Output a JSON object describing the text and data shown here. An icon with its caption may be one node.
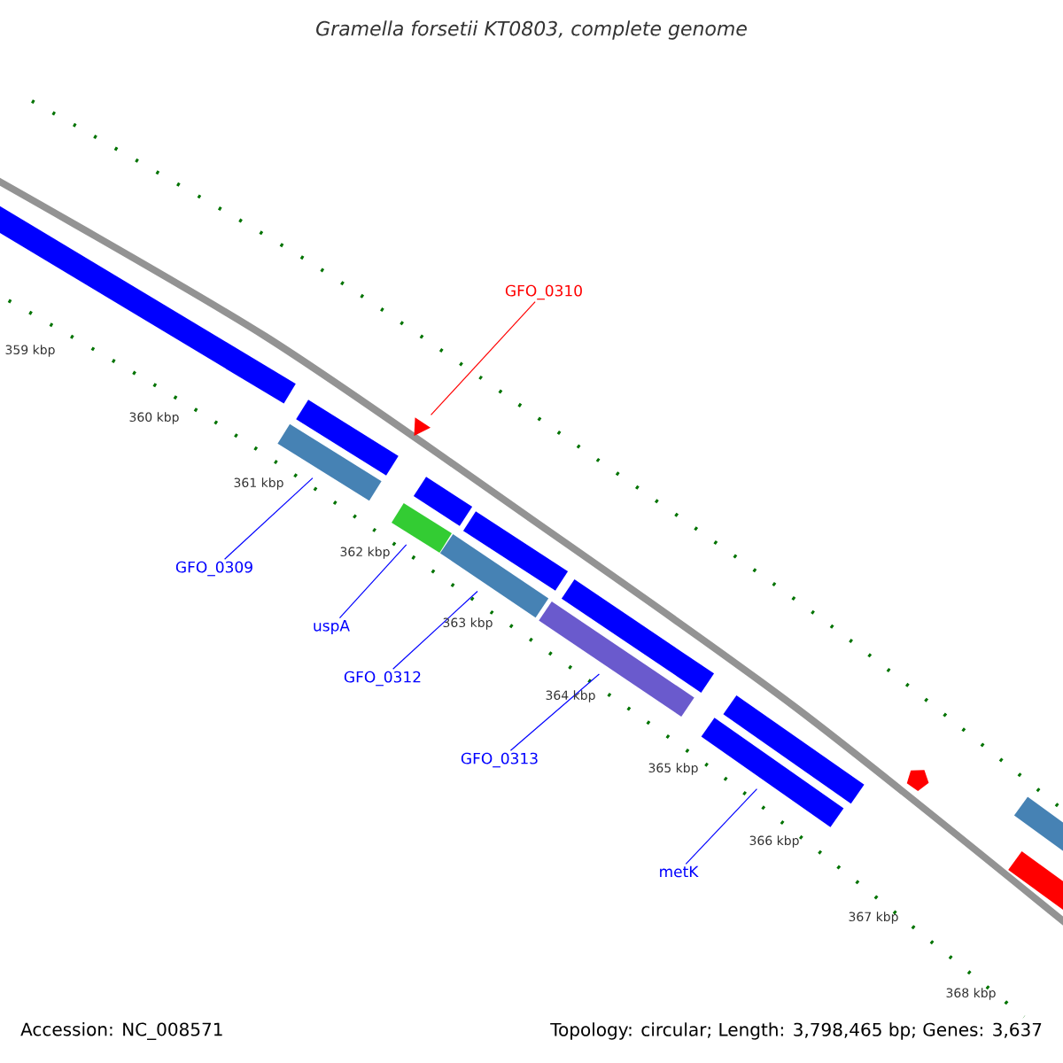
{
  "diagram": {
    "title": "Gramella forsetii KT0803, complete genome",
    "nodes": [
      {
        "text": [
          "GFO_0310"
        ]
      },
      {
        "text": [],
        "shape": "triangle"
      },
      {
        "text": [
          "GFO_0309"
        ]
      },
      {
        "text": [],
        "shape": "bar"
      },
      {
        "text": [
          "uspA"
        ]
      },
      {
        "text": [],
        "shape": "bar"
      },
      {
        "text": [
          "GFO_0312"
        ]
      },
      {
        "text": [],
        "shape": "bar"
      },
      {
        "text": [
          "GFO_0313"
        ]
      },
      {
        "text": [],
        "shape": "bar"
      },
      {
        "text": [
          "metK"
        ]
      },
      {
        "text": [],
        "shape": "bar"
      },
      {
        "text": [],
        "shape": "bar"
      },
      {
        "text": [],
        "shape": "bar"
      },
      {
        "text": [],
        "shape": "bar"
      },
      {
        "text": [],
        "shape": "bar"
      },
      {
        "text": [],
        "shape": "bar"
      },
      {
        "text": [],
        "shape": "bar"
      },
      {
        "text": [],
        "shape": "bar"
      },
      {
        "text": [],
        "shape": "bar"
      },
      {
        "text": [],
        "shape": "pentagon"
      }
    ],
    "edges": [
      {
        "from": 0,
        "to": 1,
        "arrow": "none",
        "color": "#ff0000"
      },
      {
        "from": 2,
        "to": 3,
        "arrow": "none"
      },
      {
        "from": 4,
        "to": 5,
        "arrow": "none"
      },
      {
        "from": 6,
        "to": 7,
        "arrow": "none"
      },
      {
        "from": 8,
        "to": 9,
        "arrow": "none"
      },
      {
        "from": 10,
        "to": 11,
        "arrow": "none"
      }
    ],
    "labels": [
      "359 kbp",
      "360 kbp",
      "361 kbp",
      "362 kbp",
      "363 kbp",
      "364 kbp",
      "365 kbp",
      "366 kbp",
      "367 kbp",
      "368 kbp",
      "Accession: NC_008571",
      "Topology: circular; Length: 3,798,465 bp; Genes: 3,637"
    ]
  }
}
